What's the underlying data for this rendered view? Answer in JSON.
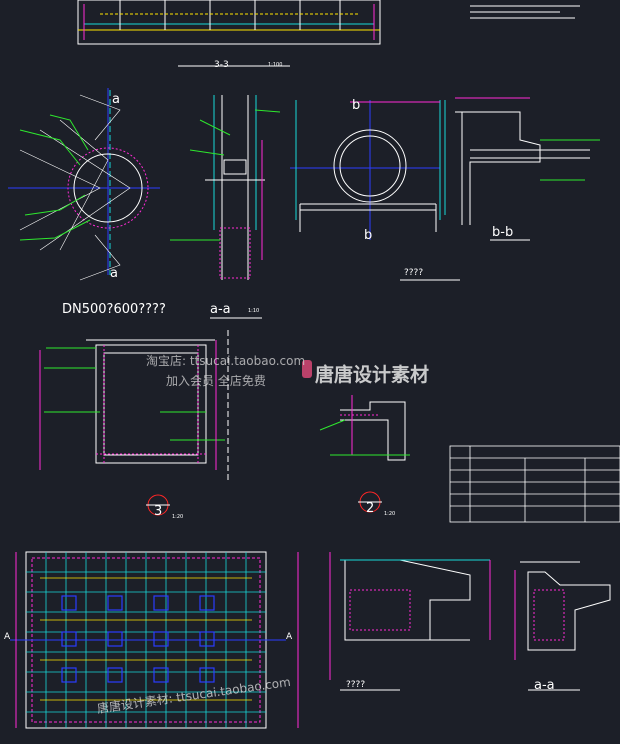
{
  "watermark": {
    "shop_line": "淘宝店: ttsucai.taobao.com",
    "member_line": "加入会员 全店免费",
    "brand": "唐唐设计素材",
    "bottom_line": "唐唐设计素材: ttsucai.taobao.com"
  },
  "labels": {
    "section_33": "3-3",
    "section_33_scale": "1:100",
    "axis_a_top": "a",
    "axis_a_bottom": "a",
    "axis_b_top": "b",
    "axis_b_bottom": "b",
    "dn_label": "DN500?600????",
    "section_aa": "a-a",
    "section_aa_scale": "1:10",
    "section_bb": "b-b",
    "detail_pipe_label": "????",
    "detail_3": "3",
    "detail_3_scale": "1:20",
    "detail_2": "2",
    "detail_2_scale": "1:20",
    "plan_axis_left": "A",
    "plan_axis_right": "A",
    "bottom_detail_label": "????",
    "bottom_section_aa": "a-a"
  },
  "colors": {
    "background": "#1c1f28",
    "white": "#ffffff",
    "cyan": "#19d9d9",
    "magenta": "#ff2bd6",
    "yellow": "#ffe600",
    "blue": "#2b3cff",
    "green": "#2ee82e",
    "red": "#ff2626",
    "watermark_logo": "#e34a7a"
  }
}
